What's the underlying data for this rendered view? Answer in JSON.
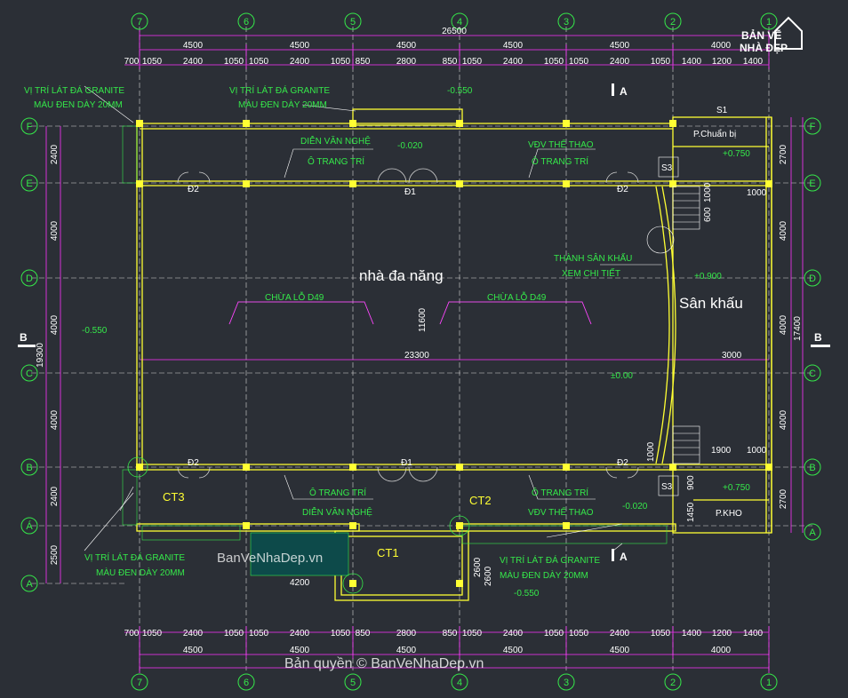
{
  "overall_dim": "26500",
  "overall_dim_right": "17400",
  "overall_dim_left": "19300",
  "bay_dims": [
    "4500",
    "4500",
    "4500",
    "4500",
    "4500",
    "4000"
  ],
  "sub_dims": [
    "700",
    "1050",
    "2400",
    "1050",
    "1050",
    "2400",
    "1050",
    "850",
    "2800",
    "850",
    "1050",
    "2400",
    "1050",
    "1050",
    "2400",
    "1050",
    "1400",
    "1200",
    "1400"
  ],
  "sub_dims_bottom": [
    "700",
    "1050",
    "2400",
    "1050",
    "1050",
    "2400",
    "1050",
    "850",
    "2800",
    "850",
    "1050",
    "2400",
    "1050",
    "1050",
    "2400",
    "1050",
    "1400",
    "1200",
    "1400"
  ],
  "col_labels": [
    "7",
    "6",
    "5",
    "4",
    "3",
    "2",
    "1"
  ],
  "row_labels": [
    "F",
    "E",
    "D",
    "C",
    "B",
    "A",
    "A"
  ],
  "left_dims": [
    "2400",
    "4000",
    "4000",
    "4000",
    "2400",
    "2500"
  ],
  "right_dims": [
    "2700",
    "4000",
    "4000",
    "4000",
    "2700"
  ],
  "section_mark": "B",
  "section_mark_a": "A",
  "notes": {
    "granite1": "VỊ TRÍ LÁT ĐÁ GRANITE",
    "granite1b": "MÀU ĐEN DÀY 20MM",
    "granite2": "VỊ TRÍ LÁT ĐÁ GRANITE",
    "granite2b": "MÀU ĐEN DÀY 20MM",
    "granite3": "VỊ TRÍ LÁT ĐÁ GRANITE",
    "granite3b": "MÀU ĐEN DÀY 20MM",
    "granite4": "VỊ TRÍ LÁT ĐÁ GRANITE",
    "granite4b": "MÀU ĐEN DÀY 20MM",
    "dien_van_nghe_top": "DIỄN VĂN NGHỆ",
    "o_trang_tri_top": "Ô TRANG TRÍ",
    "vdv_top": "VĐV THỂ THAO",
    "o_trang_tri_top2": "Ô TRANG TRÍ",
    "o_trang_tri_bot": "Ô TRANG TRÍ",
    "dien_van_nghe_bot": "DIỄN VĂN NGHỆ",
    "o_trang_tri_bot2": "Ô TRANG TRÍ",
    "vdv_bot": "VĐV THỂ THAO",
    "chua_lo1": "CHỪA LỖ D49",
    "chua_lo2": "CHỪA LỖ D49",
    "thanh_san_khau": "THÀNH SÂN KHẤU",
    "xem_chi_tiet": "XEM CHI TIẾT"
  },
  "rooms": {
    "main": "nhà đa năng",
    "stage": "Sân khấu",
    "prep": "P.Chuẩn bị",
    "store": "P.KHO"
  },
  "levels": {
    "l1": "-0.550",
    "l2": "-0.020",
    "l3": "+0.750",
    "l4": "+0.900",
    "l5": "-0.550",
    "l6": "±0.00",
    "l7": "+0.750",
    "l8": "-0.020",
    "l9": "-0.550"
  },
  "door_tags": [
    "Đ2",
    "Đ1",
    "Đ2",
    "Đ2",
    "Đ1",
    "Đ2",
    "S1"
  ],
  "s3": "S3",
  "stair_dims": [
    "1000",
    "600",
    "1000",
    "1900",
    "1000",
    "1000",
    "900",
    "1450",
    "2600",
    "4200",
    "2600"
  ],
  "inner_dims": {
    "span": "23300",
    "stage_w": "3000",
    "mid": "11600"
  },
  "callouts": [
    "CT3",
    "CT2",
    "CT1"
  ],
  "watermark": "BanVeNhaDep.vn",
  "copyright": "Bản quyền © BanVeNhaDep.vn",
  "logo": {
    "line1": "BẢN VẼ",
    "line2": "NHÀ ĐẸP"
  }
}
